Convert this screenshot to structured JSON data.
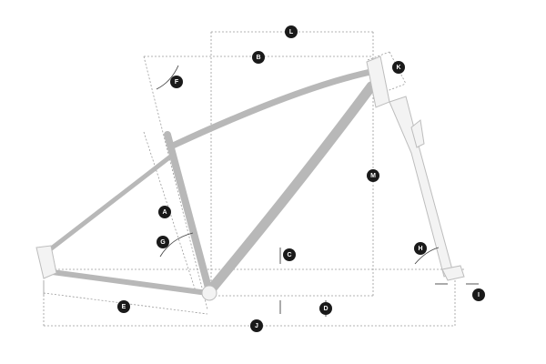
{
  "diagram": {
    "labels": {
      "A": "A",
      "B": "B",
      "C": "C",
      "D": "D",
      "E": "E",
      "F": "F",
      "G": "G",
      "H": "H",
      "I": "I",
      "J": "J",
      "K": "K",
      "L": "L",
      "M": "M"
    },
    "colors": {
      "frame_stroke": "#b8b8b8",
      "frame_fill": "#f3f3f3",
      "dimension_line": "#9a9a9a",
      "badge": "#1a1a1a",
      "badge_text": "#ffffff"
    }
  }
}
